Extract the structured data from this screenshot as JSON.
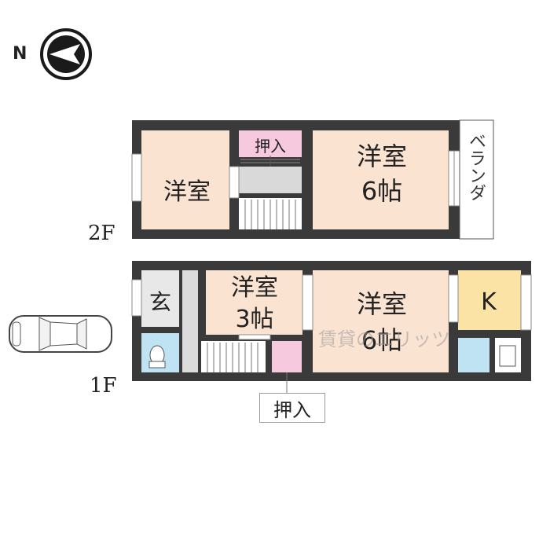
{
  "compass": {
    "letter": "N",
    "icon": "north-arrow-icon"
  },
  "floors": {
    "second": {
      "label": "2F",
      "rooms": {
        "western_left": {
          "name": "洋室"
        },
        "closet": {
          "name": "押入"
        },
        "western_right": {
          "name": "洋室",
          "size": "6帖"
        },
        "veranda": {
          "name": "ベランダ"
        }
      }
    },
    "first": {
      "label": "1F",
      "rooms": {
        "entrance": {
          "name": "玄"
        },
        "western_small": {
          "name": "洋室",
          "size": "3帖"
        },
        "western_large": {
          "name": "洋室",
          "size": "6帖"
        },
        "kitchen": {
          "name": "K"
        }
      },
      "closet_callout": "押入"
    }
  },
  "parking": {
    "icon": "car-icon"
  },
  "watermark": "賃貸のエリッツ",
  "colors": {
    "wall": "#3a3a3a",
    "room_fill": "#fbe3d2",
    "closet_fill": "#f6c9df",
    "kitchen_fill": "#fbe3a6",
    "bath_fill": "#bfe3f3",
    "hall_fill": "#dcdcdc"
  }
}
